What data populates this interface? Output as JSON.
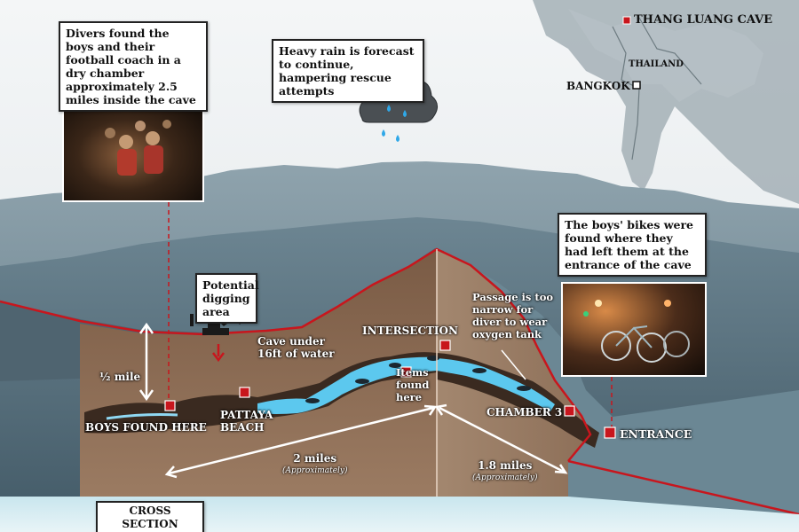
{
  "callouts": {
    "divers": "Divers found the boys and their football coach in a dry chamber approximately 2.5 miles inside the cave",
    "rain": "Heavy rain is forecast to continue, hampering rescue attempts",
    "bikes": "The boys' bikes were found where they had left them at the entrance of the cave",
    "digging": "Potential digging area"
  },
  "map": {
    "cave_label": "THANG LUANG CAVE",
    "country": "THAILAND",
    "capital": "BANGKOK"
  },
  "labels": {
    "cave_under_water": "Cave under 16ft of water",
    "intersection": "INTERSECTION",
    "passage": "Passage is too narrow for diver to wear oxygen tank",
    "items_found": "Items found here",
    "boys_found": "BOYS FOUND HERE",
    "pattaya": "PATTAYA BEACH",
    "chamber3": "CHAMBER 3",
    "entrance": "ENTRANCE",
    "depth": "½ mile",
    "cross_section": "CROSS SECTION"
  },
  "distances": {
    "d1_value": "2 miles",
    "d1_note": "(Approximately)",
    "d2_value": "1.8 miles",
    "d2_note": "(Approximately)"
  },
  "colors": {
    "marker": "#c8161d",
    "water": "#5cc8ee",
    "earth": "#8a6a52",
    "earth_dark": "#5e4434",
    "mountain": "#6e8794"
  }
}
